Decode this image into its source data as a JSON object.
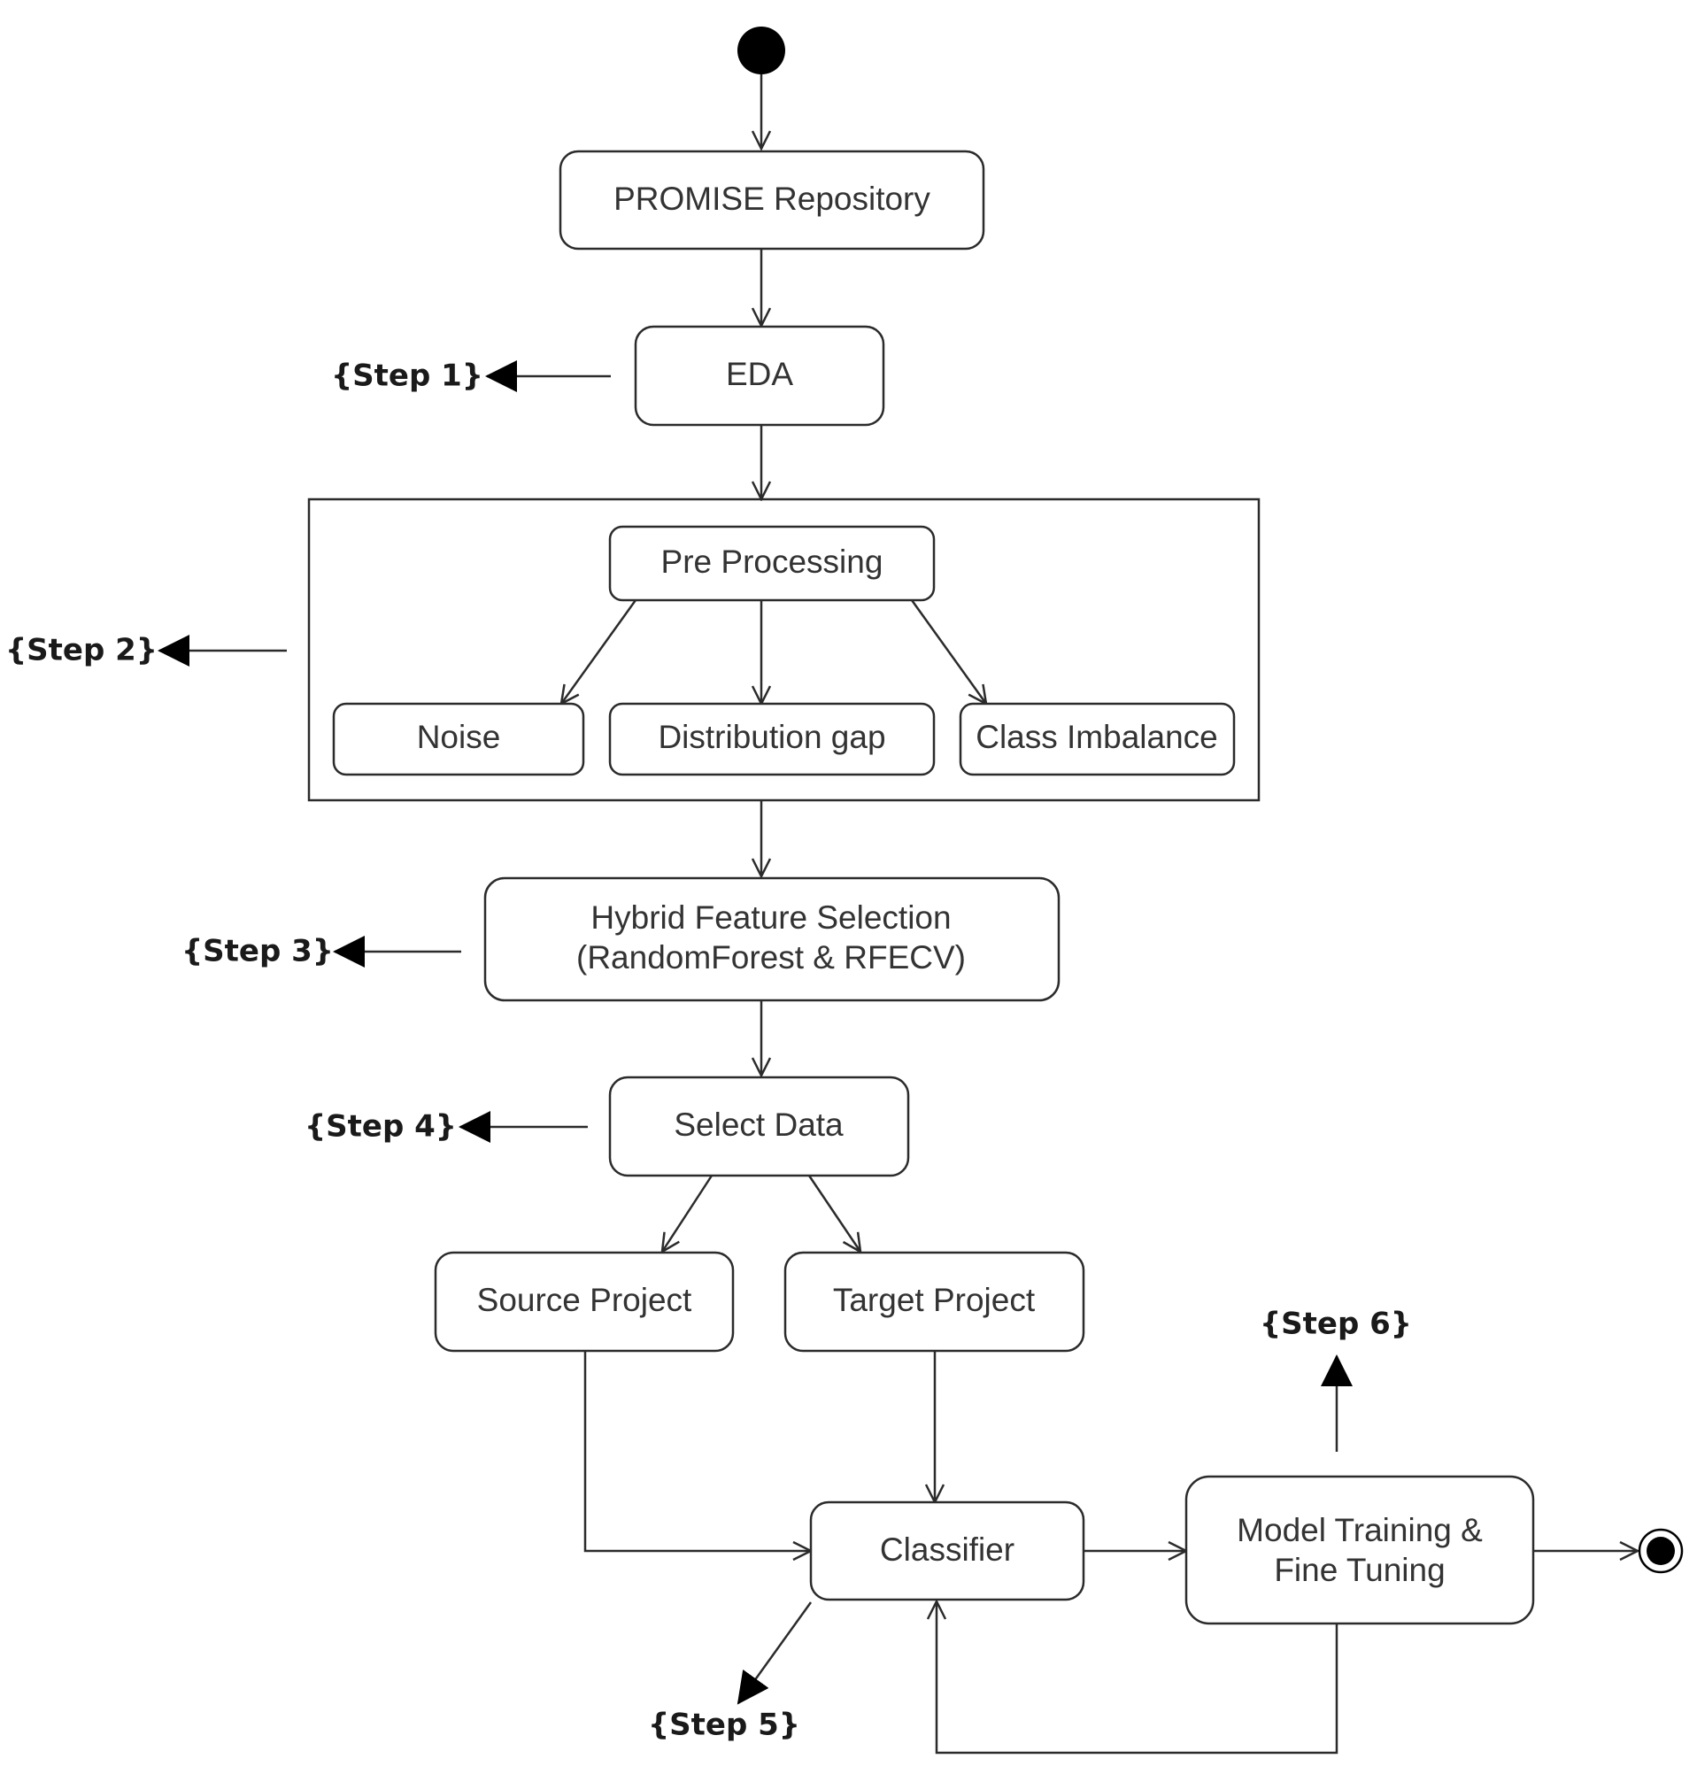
{
  "nodes": {
    "promise": "PROMISE Repository",
    "eda": "EDA",
    "preprocessing": "Pre Processing",
    "noise": "Noise",
    "distribution_gap": "Distribution gap",
    "class_imbalance": "Class Imbalance",
    "feature_selection_line1": "Hybrid Feature Selection",
    "feature_selection_line2": "(RandomForest & RFECV)",
    "select_data": "Select Data",
    "source_project": "Source Project",
    "target_project": "Target Project",
    "classifier": "Classifier",
    "training_line1": "Model Training &",
    "training_line2": "Fine Tuning"
  },
  "steps": {
    "step1": "{Step 1}",
    "step2": "{Step 2}",
    "step3": "{Step 3}",
    "step4": "{Step 4}",
    "step5": "{Step 5}",
    "step6": "{Step 6}"
  }
}
